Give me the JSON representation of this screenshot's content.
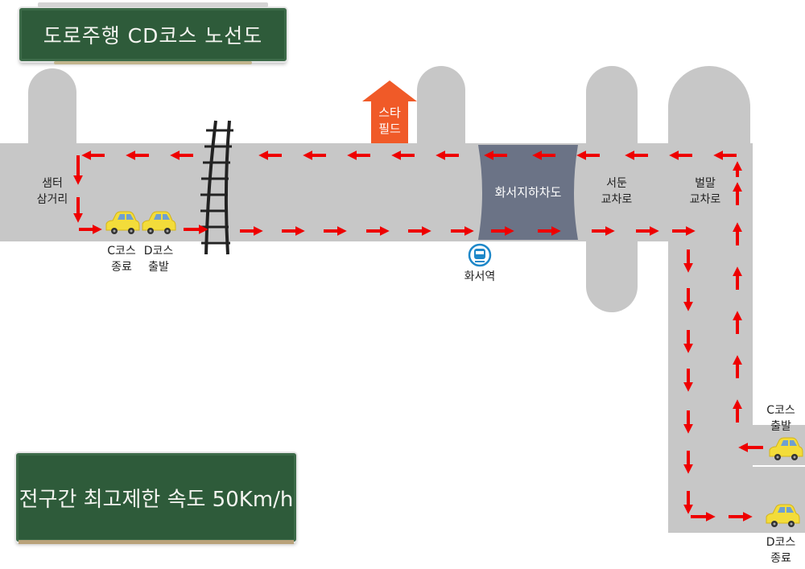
{
  "title": "도로주행 CD코스 노선도",
  "speed_limit": "전구간 최고제한 속도 50Km/h",
  "labels": {
    "samteo": "샘터\n삼거리",
    "c_course_end_left": "C코스\n종료",
    "d_course_start_left": "D코스\n출발",
    "star_field": "스타\n필드",
    "hwaseo_underpass": "화서지하차도",
    "hwaseo_station": "화서역",
    "seodun": "서둔\n교차로",
    "beolmal": "벌말\n교차로",
    "c_course_start_right": "C코스\n출발",
    "d_course_end_right": "D코스\n종료"
  },
  "icons": {
    "car": "car-icon",
    "subway": "subway-icon",
    "railway": "railway-track-icon",
    "building": "building-icon"
  },
  "colors": {
    "road": "#c7c7c7",
    "arrow": "#ee0000",
    "board": "#2e5b3a",
    "underpass": "#6b7386",
    "star_field": "#f05a28",
    "car": "#f3dc3a",
    "subway": "#1e88c9"
  }
}
